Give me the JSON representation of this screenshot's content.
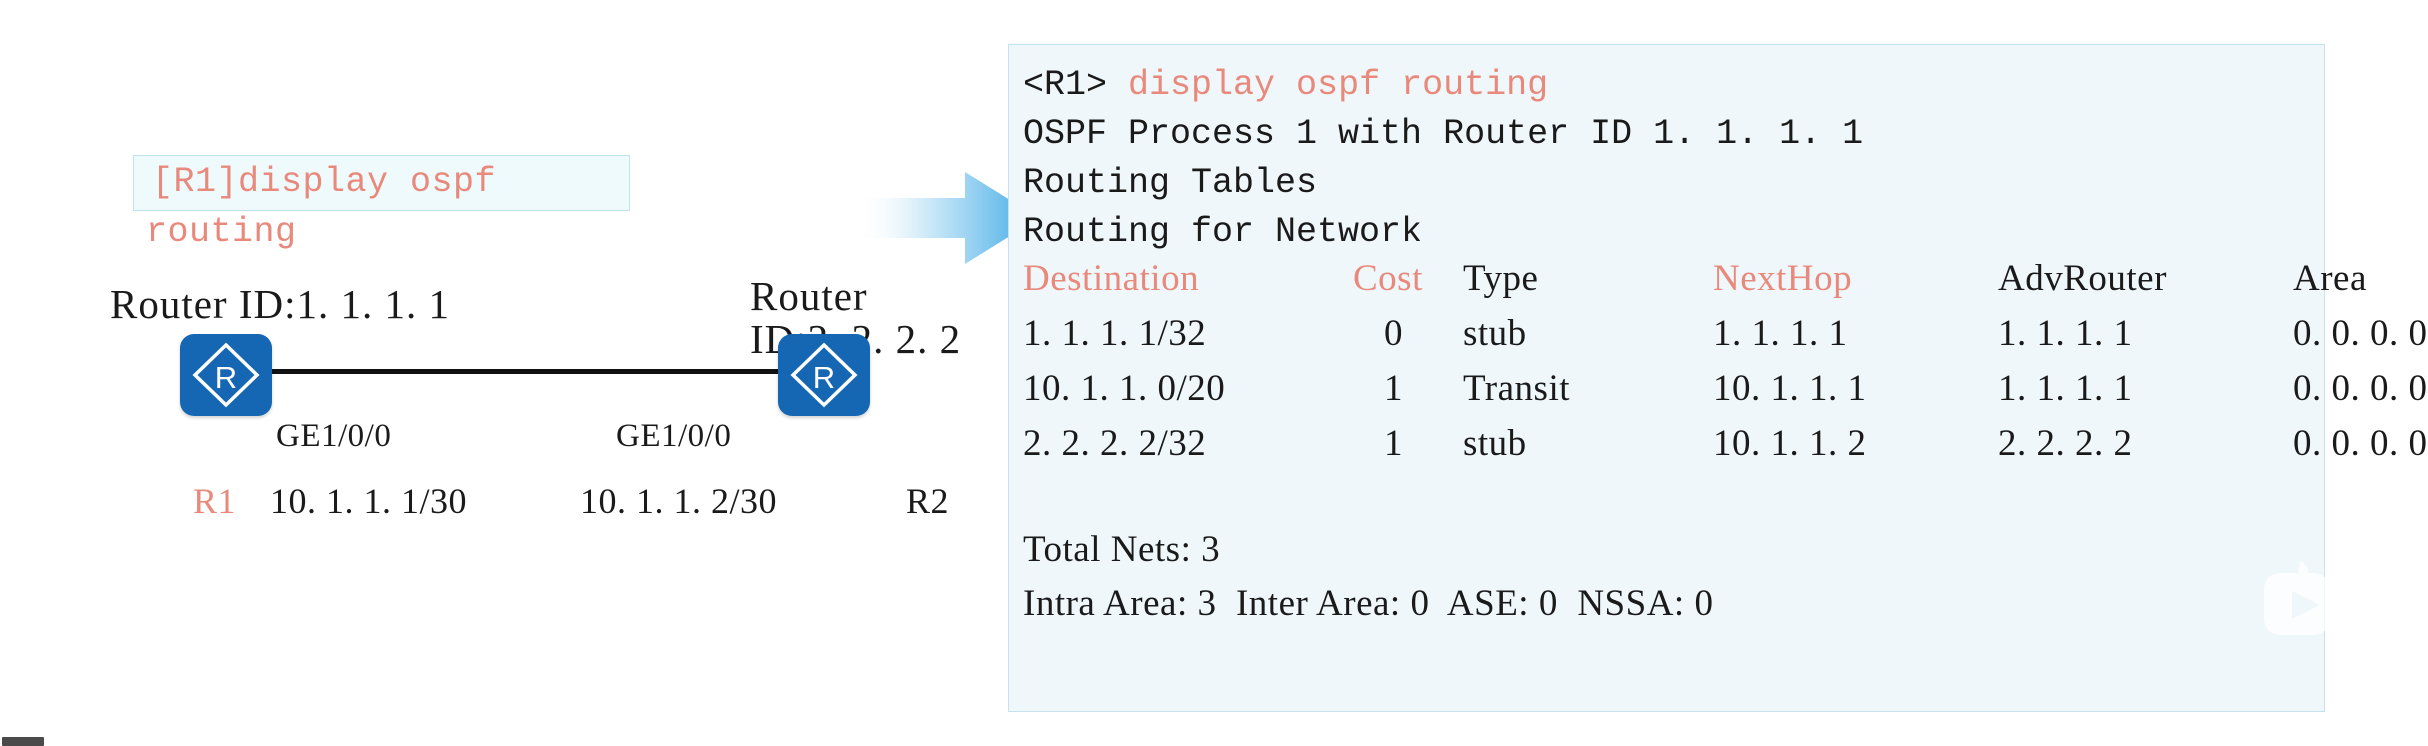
{
  "topology": {
    "command_box": {
      "line1": "[R1]display ospf",
      "line2": "routing"
    },
    "left_router": {
      "router_id_label": "Router ID:1. 1. 1. 1",
      "name": "R1",
      "interface": "GE1/0/0",
      "ip": "10. 1. 1. 1/30",
      "icon": "router-icon"
    },
    "right_router": {
      "router_id_line1": "Router",
      "router_id_line2": "ID:2. 2. 2. 2",
      "name": "R2",
      "interface": "GE1/0/0",
      "ip": "10. 1. 1. 2/30",
      "icon": "router-icon"
    },
    "link": "ethernet-link",
    "arrow": "flow-arrow-right"
  },
  "console": {
    "prompt": "<R1> ",
    "command": "display ospf routing",
    "lines": [
      "OSPF Process 1 with Router ID 1. 1. 1. 1",
      "Routing Tables",
      "Routing for Network"
    ],
    "table": {
      "headers": {
        "destination": "Destination",
        "cost": "Cost",
        "type": "Type",
        "nexthop": "NextHop",
        "advrouter": "AdvRouter",
        "area": "Area"
      },
      "rows": [
        {
          "destination": "1. 1. 1. 1/32",
          "cost": "0",
          "type": "stub",
          "nexthop": "1. 1. 1. 1",
          "advrouter": "1. 1. 1. 1",
          "area": "0. 0. 0. 0"
        },
        {
          "destination": "10. 1. 1. 0/20",
          "cost": "1",
          "type": "Transit",
          "nexthop": "10. 1. 1. 1",
          "advrouter": "1. 1. 1. 1",
          "area": "0. 0. 0. 0"
        },
        {
          "destination": "2. 2. 2. 2/32",
          "cost": "1",
          "type": "stub",
          "nexthop": "10. 1. 1. 2",
          "advrouter": "2. 2. 2. 2",
          "area": "0. 0. 0. 0"
        }
      ]
    },
    "summary": {
      "total_nets": "Total Nets: 3",
      "areas": "Intra Area: 3  Inter Area: 0  ASE: 0  NSSA: 0"
    }
  },
  "colors": {
    "accent_red": "#e8897c",
    "panel_bg": "#eff7fa",
    "panel_border": "#c4e3ee",
    "router_blue": "#1567b4",
    "arrow_blue": "#4db3ea",
    "text": "#1a1a1a"
  }
}
